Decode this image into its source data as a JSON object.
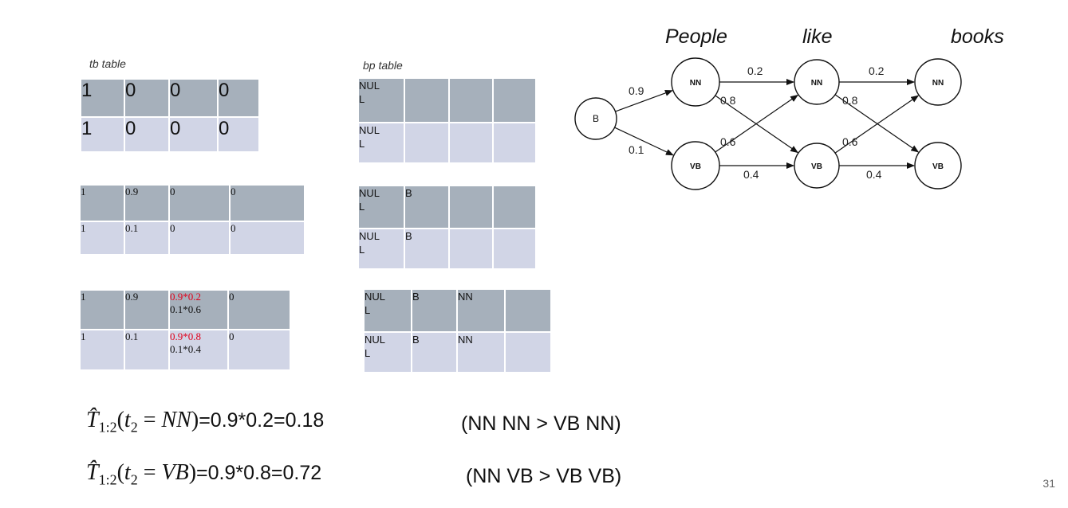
{
  "slide": {
    "page_number": "31"
  },
  "tb_caption": "tb table",
  "bp_caption": "bp table",
  "tb_tables": [
    {
      "rows": [
        [
          "1",
          "0",
          "0",
          "0"
        ],
        [
          "1",
          "0",
          "0",
          "0"
        ]
      ]
    },
    {
      "rows": [
        [
          "1",
          "0.9",
          "0",
          "0"
        ],
        [
          "1",
          "0.1",
          "0",
          "0"
        ]
      ]
    },
    {
      "rows": [
        [
          "1",
          "0.9",
          {
            "red": "0.9*0.2",
            "black": "0.1*0.6"
          },
          "0"
        ],
        [
          "1",
          "0.1",
          {
            "red": "0.9*0.8",
            "black": "0.1*0.4"
          },
          "0"
        ]
      ]
    }
  ],
  "bp_tables": [
    {
      "rows": [
        [
          "NUL L",
          "",
          "",
          ""
        ],
        [
          "NUL L",
          "",
          "",
          ""
        ]
      ]
    },
    {
      "rows": [
        [
          "NUL L",
          "B",
          "",
          ""
        ],
        [
          "NUL L",
          "B",
          "",
          ""
        ]
      ]
    },
    {
      "rows": [
        [
          "NUL L",
          "B",
          "NN",
          ""
        ],
        [
          "NUL L",
          "B",
          "NN",
          ""
        ]
      ]
    }
  ],
  "lattice": {
    "words": [
      "People",
      "like",
      "books"
    ],
    "start_node": "B",
    "nodes": [
      {
        "id": "nn1",
        "label": "NN"
      },
      {
        "id": "vb1",
        "label": "VB"
      },
      {
        "id": "nn2",
        "label": "NN"
      },
      {
        "id": "vb2",
        "label": "VB"
      },
      {
        "id": "nn3",
        "label": "NN"
      },
      {
        "id": "vb3",
        "label": "VB"
      }
    ],
    "edges": [
      {
        "from": "b",
        "to": "nn1",
        "label": "0.9"
      },
      {
        "from": "b",
        "to": "vb1",
        "label": "0.1"
      },
      {
        "from": "nn1",
        "to": "nn2",
        "label": "0.2"
      },
      {
        "from": "nn1",
        "to": "vb2",
        "label": "0.8"
      },
      {
        "from": "vb1",
        "to": "nn2",
        "label": "0.6"
      },
      {
        "from": "vb1",
        "to": "vb2",
        "label": "0.4"
      },
      {
        "from": "nn2",
        "to": "nn3",
        "label": "0.2"
      },
      {
        "from": "nn2",
        "to": "vb3",
        "label": "0.8"
      },
      {
        "from": "vb2",
        "to": "nn3",
        "label": "0.6"
      },
      {
        "from": "vb2",
        "to": "vb3",
        "label": "0.4"
      }
    ]
  },
  "formulas": [
    {
      "symbol": "T̂",
      "sub": "1:2",
      "arg": "t",
      "argsub": "2",
      "eq": " = ",
      "tag": "NN",
      "calc": "=0.9*0.2=0.18",
      "note": "(NN NN > VB NN)"
    },
    {
      "symbol": "T̂",
      "sub": "1:2",
      "arg": "t",
      "argsub": "2",
      "eq": " = ",
      "tag": "VB",
      "calc": "=0.9*0.8=0.72",
      "note": "(NN VB > VB VB)"
    }
  ]
}
